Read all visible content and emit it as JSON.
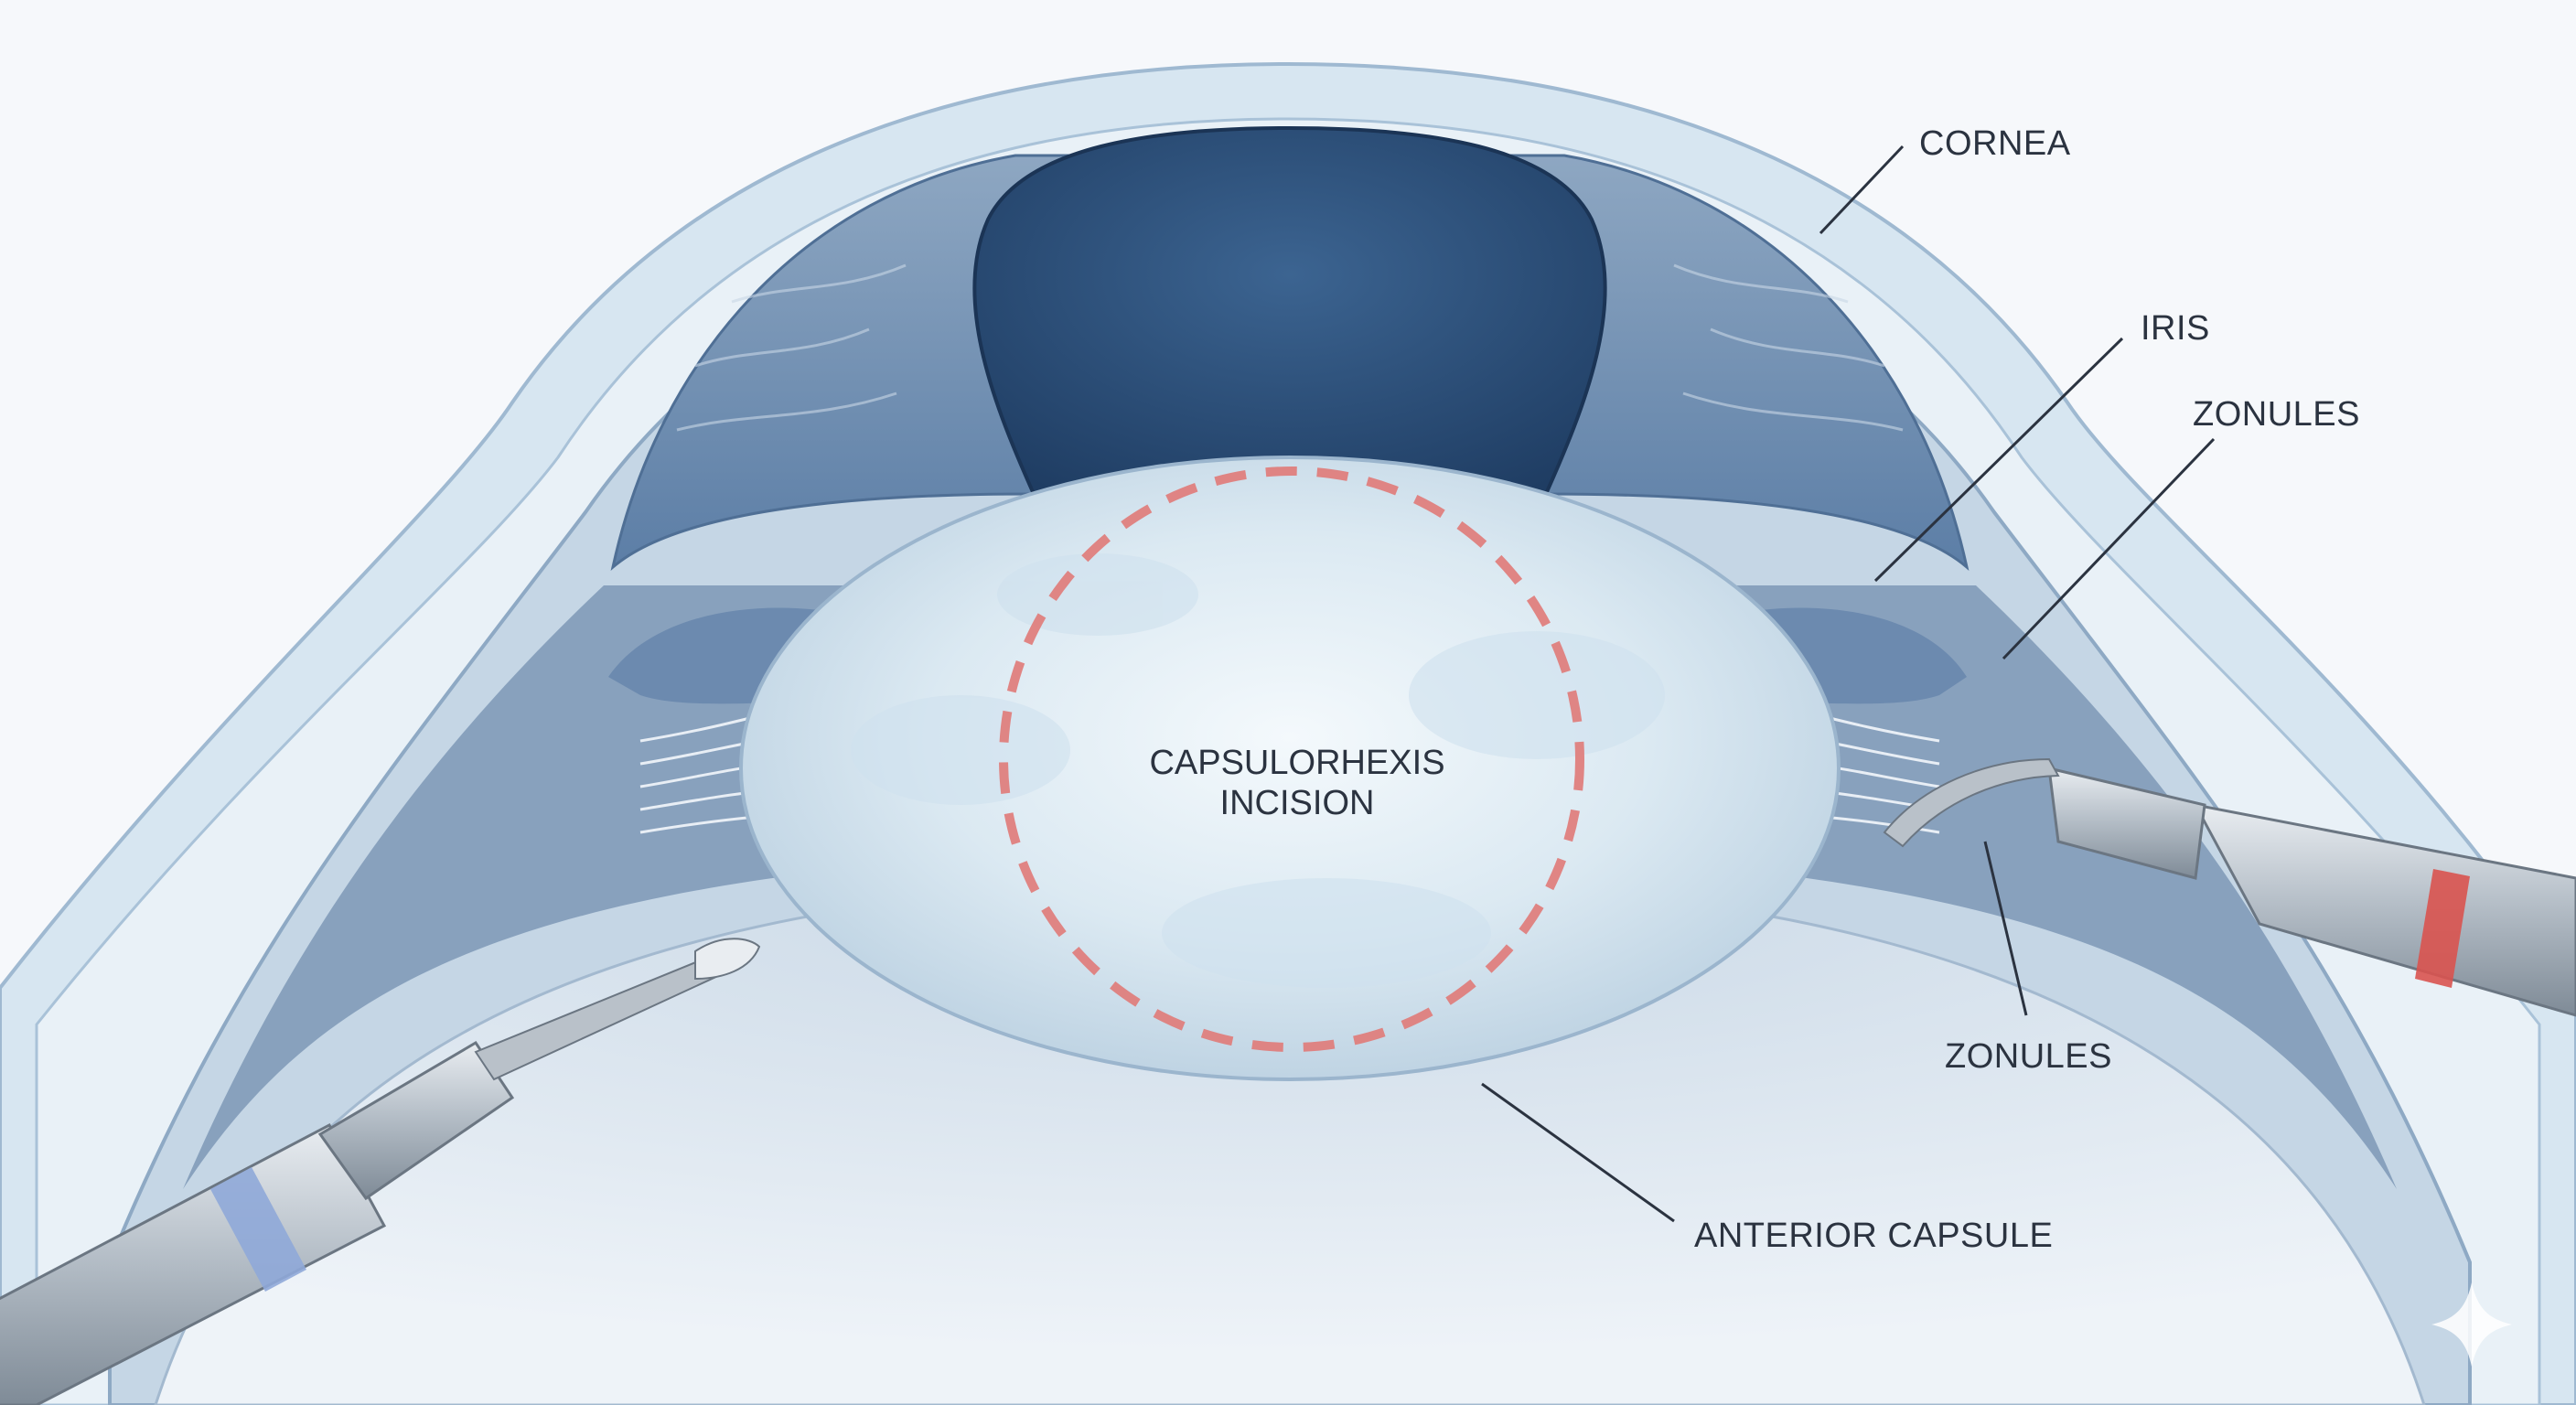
{
  "labels": {
    "cornea": "CORNEA",
    "iris": "IRIS",
    "zonules_upper": "ZONULES",
    "zonules_lower": "ZONULES",
    "anterior_capsule": "ANTERIOR CAPSULE",
    "capsulorhexis_line1": "CAPSULORHEXIS",
    "capsulorhexis_line2": "INCISION"
  },
  "colors": {
    "background": "#f6f8fb",
    "cornea": "#dbe9f3",
    "iris": "#6f8fb0",
    "pupil": "#2d4f7a",
    "lens": "#e6f0f6",
    "incision": "#e07a78",
    "instrument": "#b9c1c9",
    "left_band": "#8fa8d8",
    "right_band": "#d9534f"
  },
  "icons": [
    "sparkle-icon"
  ]
}
